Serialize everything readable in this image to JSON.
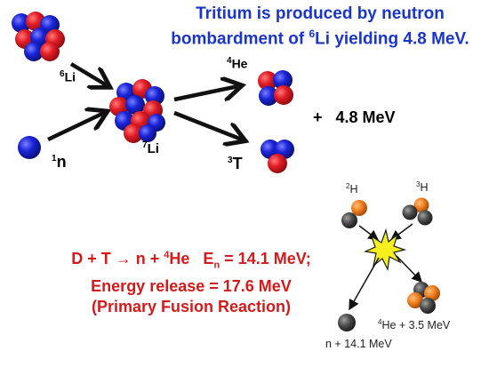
{
  "title": {
    "line1": "Tritium is produced by neutron",
    "line2_pre": "bombardment of ",
    "line2_sup": "6",
    "line2_post": "Li yielding 4.8 MeV."
  },
  "labels": {
    "li6_sup": "6",
    "li6": "Li",
    "n_sup": "1",
    "n": "n",
    "li7_sup": "7",
    "li7": "Li",
    "he4_sup": "4",
    "he4": "He",
    "t3_sup": "3",
    "t3": "T",
    "energy": "+   4.8 MeV"
  },
  "reaction": {
    "line1_a": "D + T → n + ",
    "line1_sup": "4",
    "line1_b": "He   E",
    "line1_sub": "n",
    "line1_c": " = 14.1 MeV;",
    "line2": "Energy release = 17.6 MeV",
    "line3": "(Primary Fusion Reaction)"
  },
  "fusion": {
    "h2_sup": "2",
    "h2": "H",
    "h3_sup": "3",
    "h3": "H",
    "he_sup": "4",
    "he": "He + 3.5 MeV",
    "neutron": "n + 14.1 MeV"
  },
  "colors": {
    "proton": "#e21d26",
    "neutron": "#1a24d8",
    "title": "#1a35c9",
    "reaction": "#d41a1a",
    "deuteron_p": "#f07c1e",
    "deuteron_n": "#4a4a4a",
    "flash": "#f6ef1e"
  }
}
